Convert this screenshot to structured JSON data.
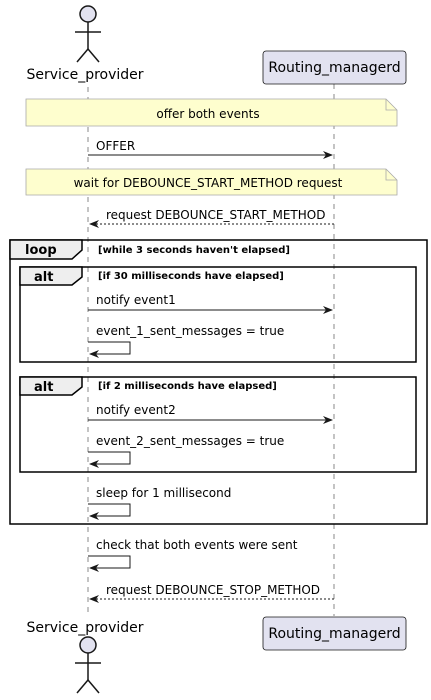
{
  "participants": {
    "left": "Service_provider",
    "right": "Routing_managerd"
  },
  "notes": [
    "offer both events",
    "wait for DEBOUNCE_START_METHOD request"
  ],
  "messages": [
    "OFFER",
    "request DEBOUNCE_START_METHOD",
    "notify event1",
    "event_1_sent_messages = true",
    "notify event2",
    "event_2_sent_messages = true",
    "sleep for 1 millisecond",
    "check that both events were sent",
    "request DEBOUNCE_STOP_METHOD"
  ],
  "fragments": [
    {
      "keyword": "loop",
      "guard": "[while 3 seconds haven't elapsed]"
    },
    {
      "keyword": "alt",
      "guard": "[if 30 milliseconds have elapsed]"
    },
    {
      "keyword": "alt",
      "guard": "[if 2 milliseconds have elapsed]"
    }
  ],
  "colors": {
    "participant_fill": "#e2e2f0",
    "participant_border": "#181818",
    "note_fill": "#fefece",
    "note_border": "#a9a9a9",
    "fragment_tab": "#eeeeee",
    "lifeline": "#888888"
  }
}
